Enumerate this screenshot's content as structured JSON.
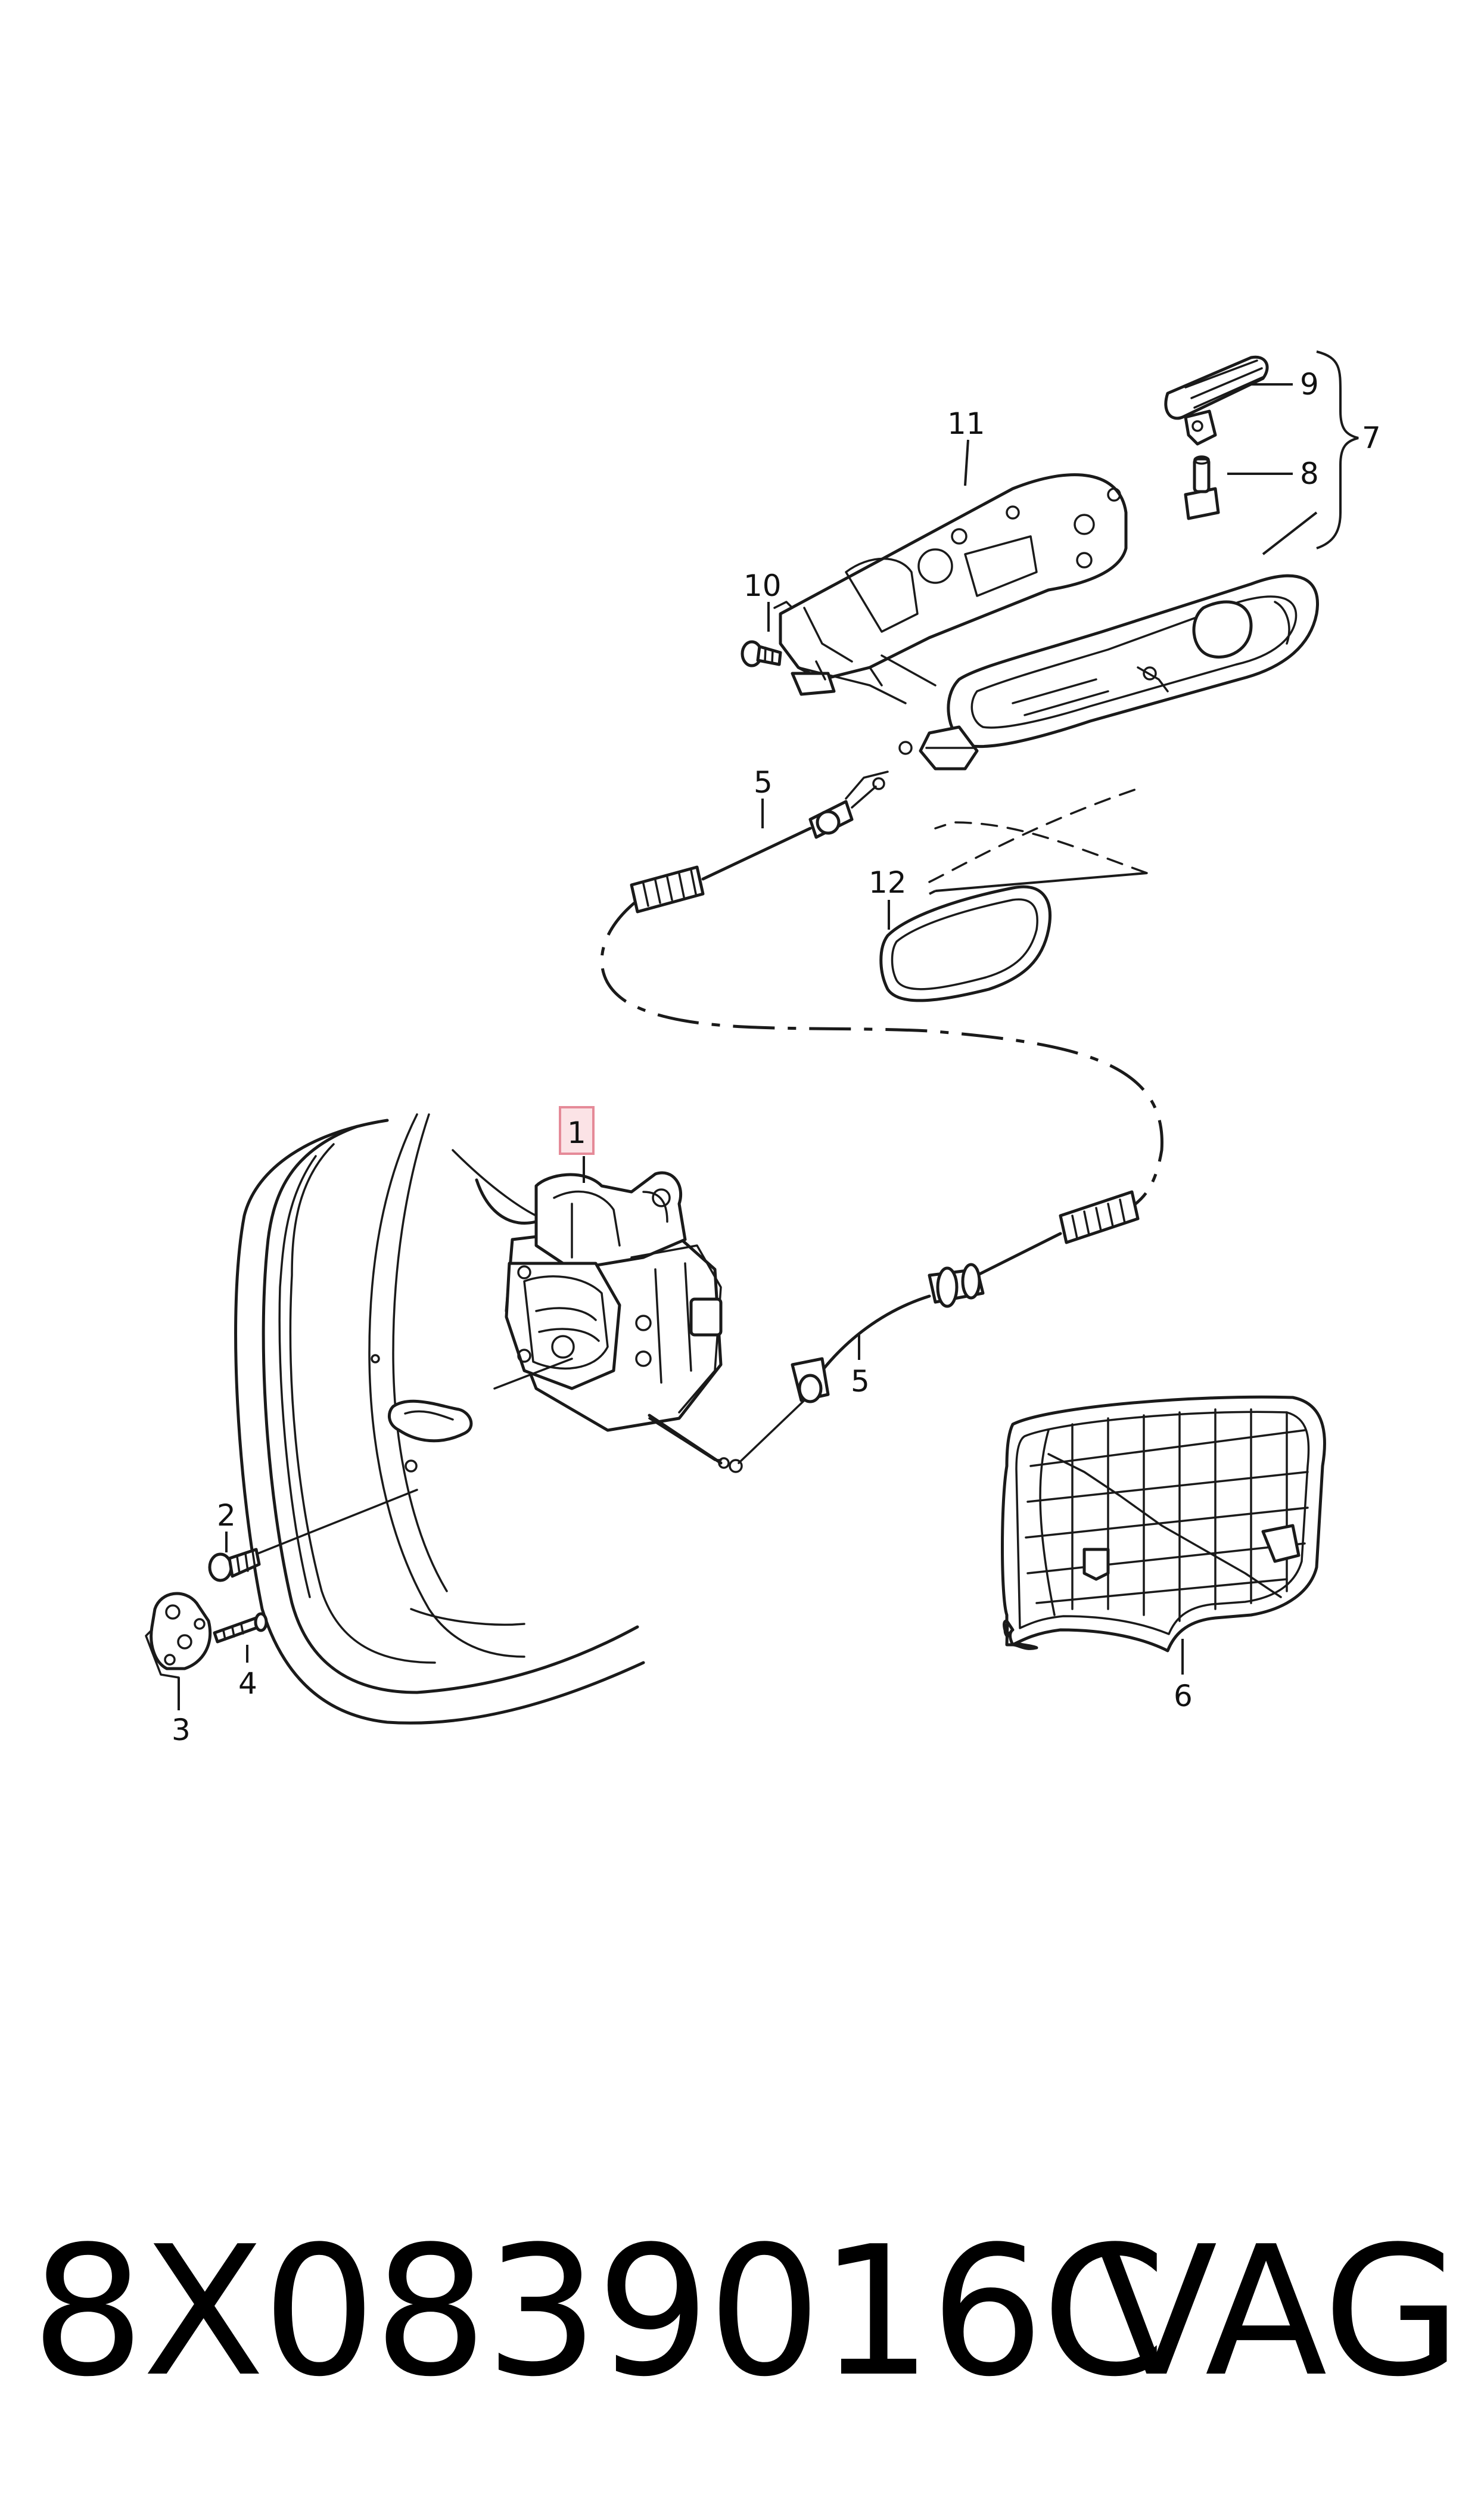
{
  "callouts": {
    "c1": "1",
    "c2": "2",
    "c3": "3",
    "c4": "4",
    "c5a": "5",
    "c5b": "5",
    "c6": "6",
    "c7": "7",
    "c8": "8",
    "c9": "9",
    "c10": "10",
    "c11": "11",
    "c12": "12"
  },
  "footer": {
    "part_number": "8X0839016C",
    "brand": "VAG"
  },
  "colors": {
    "line": "#1a1a1a",
    "highlight_fill": "#fbe3e6",
    "highlight_stroke": "#e58a98"
  }
}
